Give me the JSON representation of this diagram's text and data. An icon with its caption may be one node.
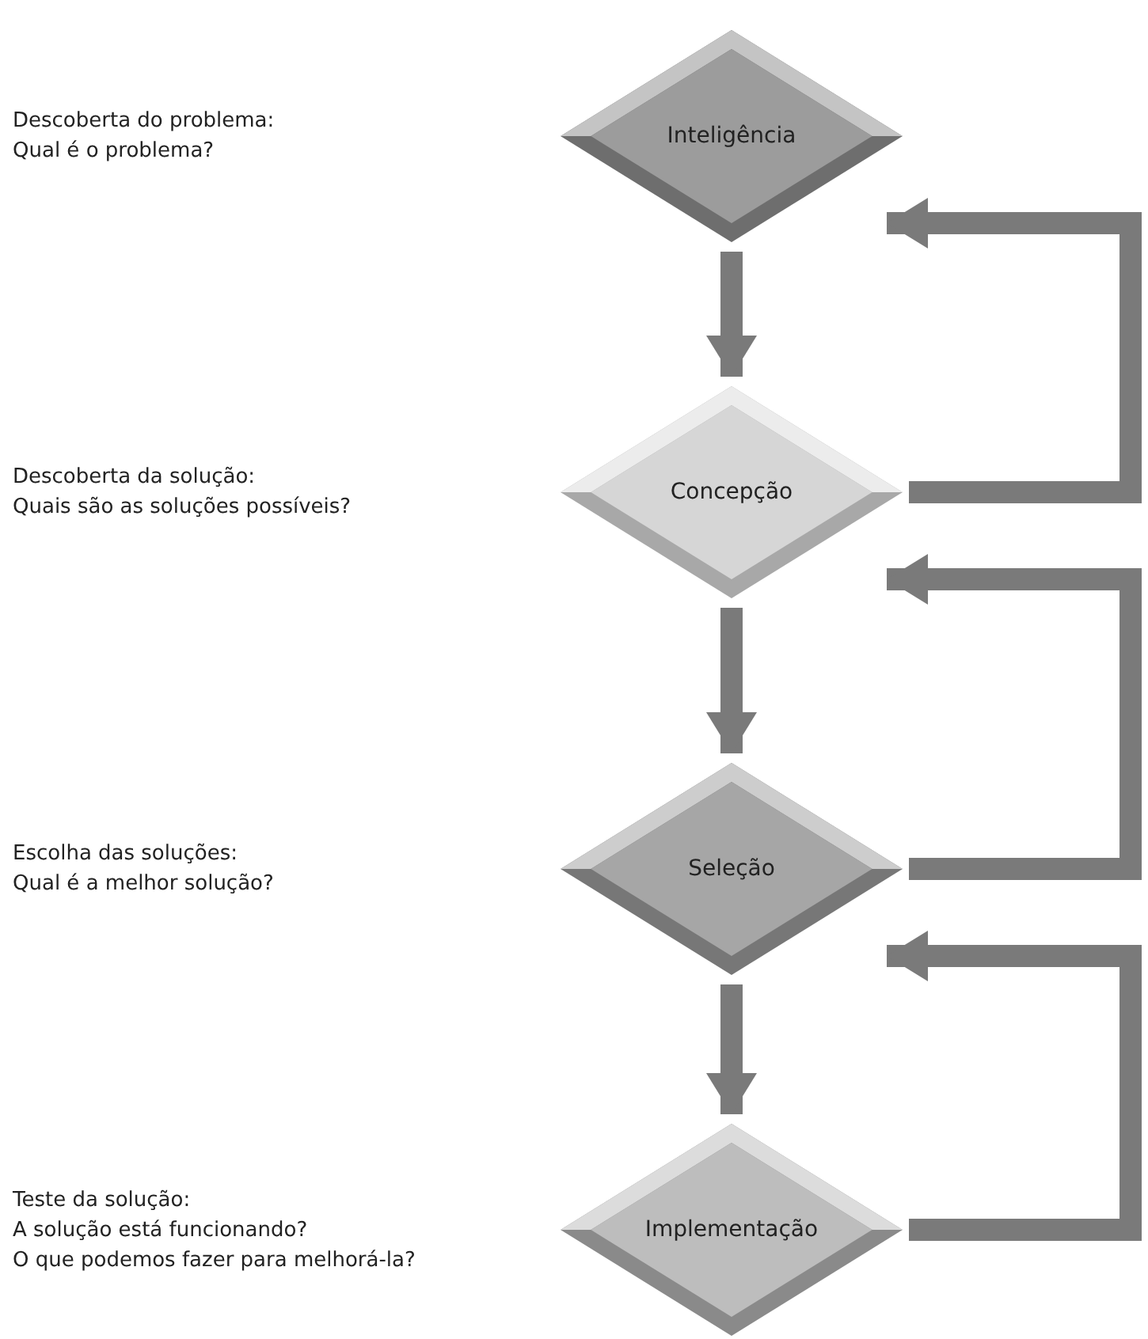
{
  "diagram": {
    "nodes": [
      {
        "text": [
          "Inteligência"
        ],
        "beside": [
          "Descoberta do problema:",
          "Qual é o problema?"
        ]
      },
      {
        "text": [
          "Concepção"
        ],
        "beside": [
          "Descoberta da solução:",
          "Quais são as soluções possíveis?"
        ]
      },
      {
        "text": [
          "Seleção"
        ],
        "beside": [
          "Escolha das soluções:",
          "Qual é a melhor solução?"
        ]
      },
      {
        "text": [
          "Implementação"
        ],
        "beside": [
          "Teste da solução:",
          "A solução está funcionando?",
          "O que podemos fazer para melhorá-la?"
        ]
      }
    ],
    "edges": [
      {
        "from": 0,
        "to": 1,
        "arrow": "to"
      },
      {
        "from": 1,
        "to": 2,
        "arrow": "to"
      },
      {
        "from": 2,
        "to": 3,
        "arrow": "to"
      },
      {
        "from": 1,
        "to": 0,
        "arrow": "to"
      },
      {
        "from": 2,
        "to": 1,
        "arrow": "to"
      },
      {
        "from": 3,
        "to": 2,
        "arrow": "to"
      }
    ]
  }
}
